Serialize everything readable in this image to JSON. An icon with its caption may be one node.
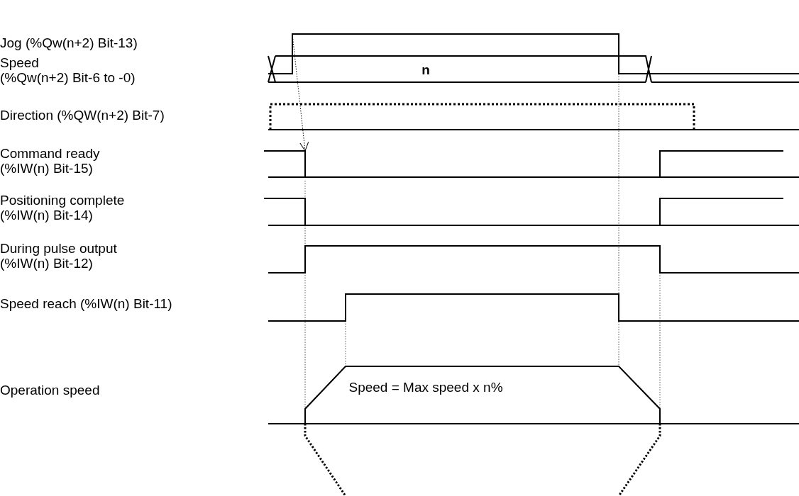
{
  "diagram": {
    "labels": [
      "Jog (%Qw(n+2) Bit-13)",
      "Speed (%Qw(n+2) Bit-6 to -0)",
      "n",
      "Direction (%QW(n+2) Bit-7)",
      "Command ready (%IW(n) Bit-15)",
      "Positioning complete (%IW(n) Bit-14)",
      "During pulse output (%IW(n) Bit-12)",
      "Speed reach (%IW(n) Bit-11)",
      "Operation speed",
      "Speed = Max speed x n%"
    ]
  }
}
